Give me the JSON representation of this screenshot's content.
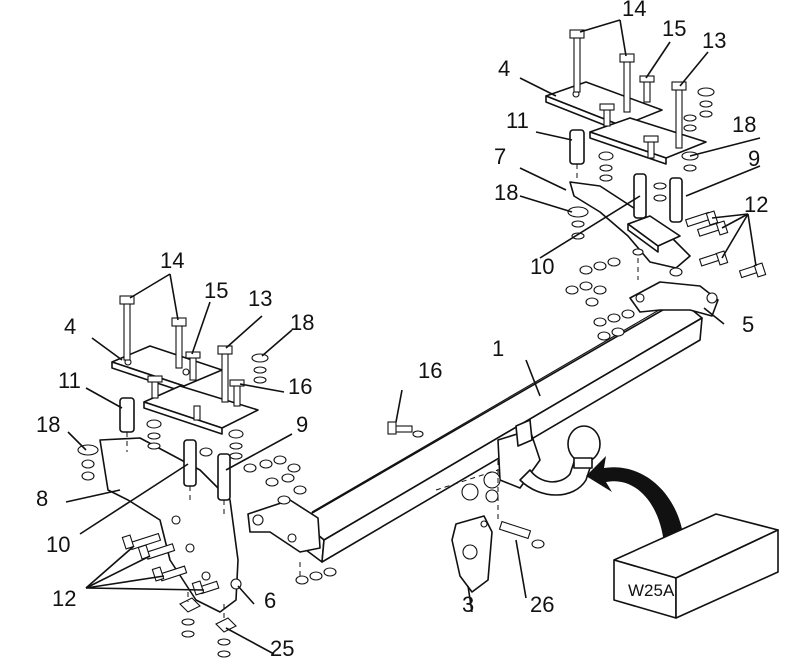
{
  "labels": {
    "l1": "1",
    "l3": "3",
    "l4a": "4",
    "l4b": "4",
    "l5": "5",
    "l6": "6",
    "l7": "7",
    "l8": "8",
    "l9a": "9",
    "l9b": "9",
    "l10a": "10",
    "l10b": "10",
    "l11a": "11",
    "l11b": "11",
    "l12a": "12",
    "l12b": "12",
    "l13a": "13",
    "l13b": "13",
    "l14a": "14",
    "l14b": "14",
    "l15a": "15",
    "l15b": "15",
    "l16a": "16",
    "l16b": "16",
    "l18a": "18",
    "l18b": "18",
    "l18c": "18",
    "l18d": "18",
    "l25": "25",
    "l26": "26"
  },
  "box_label": "W25A"
}
